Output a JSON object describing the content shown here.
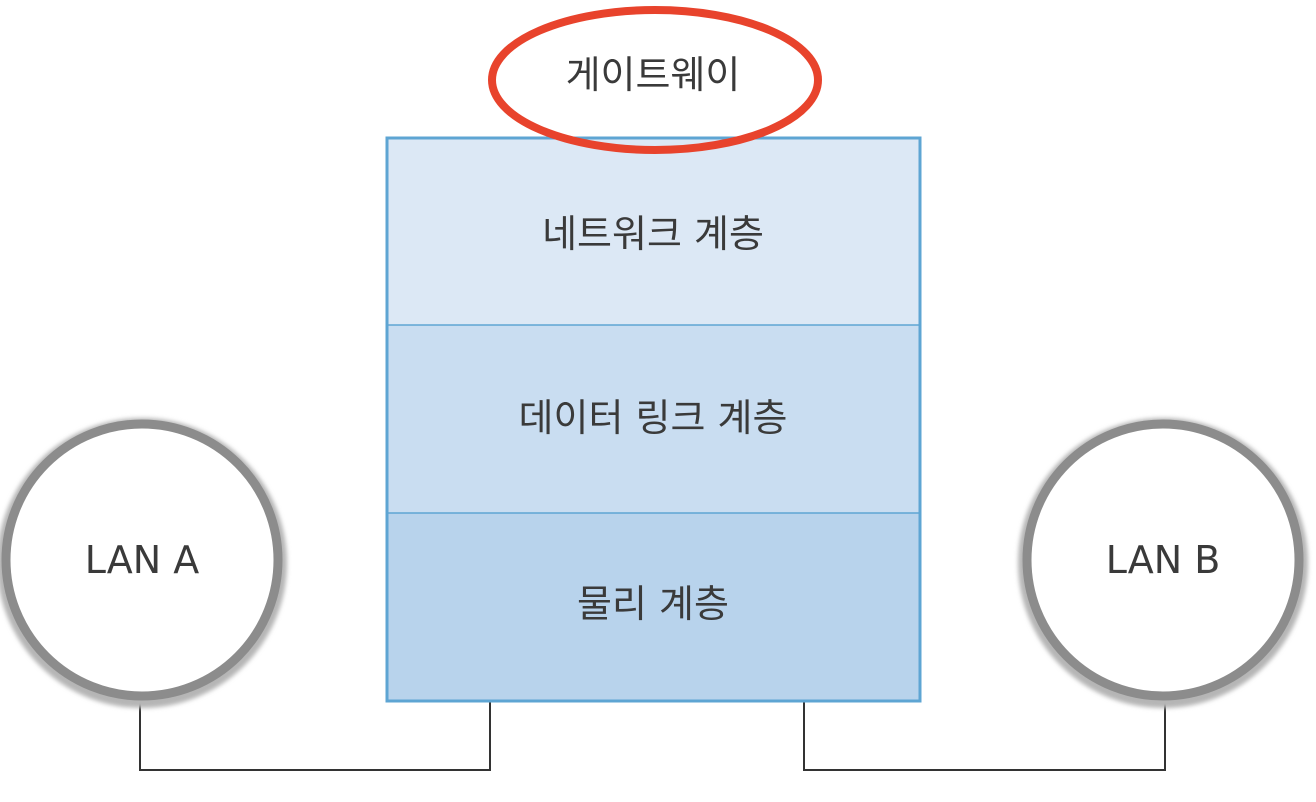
{
  "title": "게이트웨이",
  "layers": [
    {
      "label": "네트워크 계층",
      "fill": "#dce8f5"
    },
    {
      "label": "데이터 링크 계층",
      "fill": "#c9ddf1"
    },
    {
      "label": "물리 계층",
      "fill": "#b8d3ec"
    }
  ],
  "lans": [
    {
      "label": "LAN A"
    },
    {
      "label": "LAN B"
    }
  ],
  "colors": {
    "highlight_ellipse": "#e8432c",
    "stack_border": "#5ea5d3",
    "lan_ring": "#8c8c8c",
    "connector": "#333333"
  }
}
